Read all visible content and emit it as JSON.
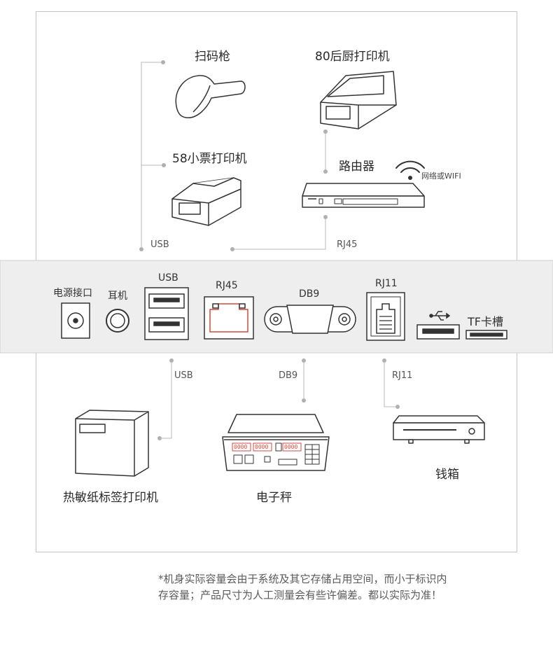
{
  "devices": {
    "scanner": "扫码枪",
    "printer80": "80后厨打印机",
    "printer58": "58小票打印机",
    "router": "路由器",
    "wifi": "网络或WIFI",
    "label_printer": "热敏纸标签打印机",
    "scale": "电子秤",
    "cash_drawer": "钱箱"
  },
  "ports": {
    "power": "电源接口",
    "earphone": "耳机",
    "usb": "USB",
    "rj45": "RJ45",
    "db9": "DB9",
    "rj11": "RJ11",
    "tf": "TF卡槽"
  },
  "connections": {
    "top_usb": "USB",
    "top_rj45": "RJ45",
    "bottom_usb": "USB",
    "bottom_db9": "DB9",
    "bottom_rj11": "RJ11"
  },
  "scale_display": {
    "d1": "0000",
    "d2": "0000",
    "d3": "0000"
  },
  "note": {
    "line1": "*机身实际容量会由于系统及其它存储占用空间，而小于标识内",
    "line2": "存容量；产品尺寸为人工测量会有些许偏差。都以实际为准！"
  },
  "colors": {
    "frame": "#bdbdbd",
    "band": "#efefef",
    "line": "#b5b5b5",
    "stroke": "#333333",
    "accent": "#d24a3c"
  }
}
